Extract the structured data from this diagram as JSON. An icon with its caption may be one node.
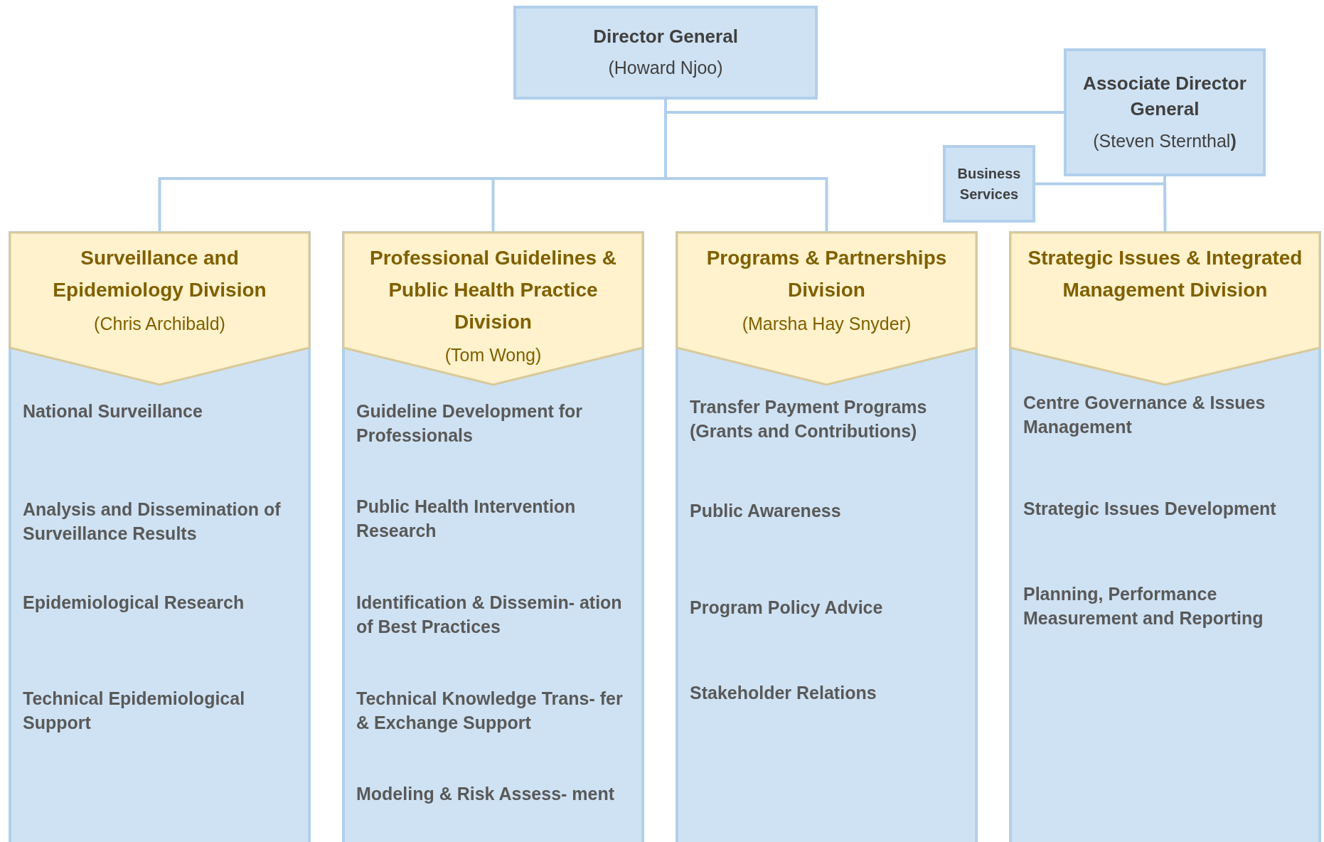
{
  "diagram": {
    "nodes": [
      {
        "text": [
          "Director General",
          "(Howard Njoo)"
        ]
      },
      {
        "text": [
          "Associate Director General",
          "(Steven Sternthal**)**"
        ]
      },
      {
        "text": [
          "Business Services"
        ]
      },
      {
        "text": [
          "National Surveillance",
          "Analysis and Dissemination of Surveillance Results",
          "Epidemiological Research",
          "Technical Epidemiological Support"
        ]
      },
      {
        "text": [
          "Surveillance and Epidemiology Division",
          "(Chris Archibald)"
        ],
        "in": 3
      },
      {
        "text": [
          "Guideline Development for Professionals",
          "Public Health  Intervention Research",
          "Identification & Dissemin- ation of Best Practices",
          "Technical Knowledge Trans- fer & Exchange Support",
          "Modeling & Risk Assess- ment"
        ]
      },
      {
        "text": [
          "Professional Guidelines & Public Health Practice Division",
          "(Tom Wong)"
        ],
        "in": 5
      },
      {
        "text": [
          "Transfer Payment Programs (Grants and Contributions)",
          "Public Awareness",
          "Program Policy Advice",
          "Stakeholder Relations"
        ]
      },
      {
        "text": [
          "Programs & Partnerships Division",
          "(Marsha Hay Snyder)"
        ],
        "in": 7
      },
      {
        "text": [
          "Centre Governance & Issues Management",
          "Strategic Issues Development",
          "Planning, Performance Measurement and Reporting"
        ]
      },
      {
        "text": [
          "Strategic Issues & Integrated Management Division"
        ],
        "in": 9
      }
    ],
    "edges": [
      {
        "from": 0,
        "to": 1,
        "arrow": "none"
      },
      {
        "from": 0,
        "to": 4,
        "arrow": "none"
      },
      {
        "from": 0,
        "to": 6,
        "arrow": "none"
      },
      {
        "from": 0,
        "to": 8,
        "arrow": "none"
      },
      {
        "from": 1,
        "to": 10,
        "arrow": "none"
      },
      {
        "from": 2,
        "to": 1,
        "arrow": "none"
      }
    ]
  }
}
